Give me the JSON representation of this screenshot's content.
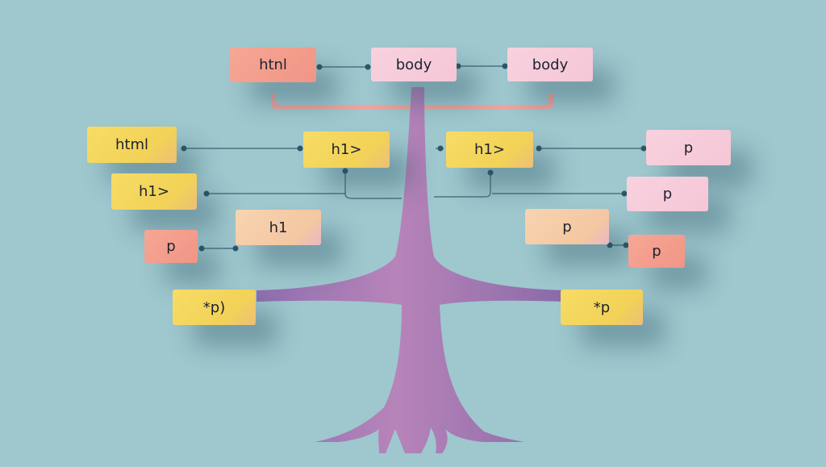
{
  "colors": {
    "background": "#9ec7ce",
    "trunk": "#a77cb6",
    "top_bar": "#efa39c",
    "connector": "#3a6375",
    "yellow_node": "#f2d257",
    "pink_node": "#f5c6d6",
    "salmon_node": "#f19585",
    "peach_node": "#f3c7a1"
  },
  "nodes": {
    "html_top": "htnl",
    "body_center": "body",
    "body_right": "body",
    "html_left": "html",
    "h1_left_inner": "h1>",
    "h1_right_inner": "h1>",
    "p_right_1": "p",
    "h1_left_2": "h1>",
    "p_right_2": "p",
    "h1_mid_left": "h1",
    "p_mid_right": "p",
    "p_left_3": "p",
    "p_right_3": "p",
    "p_left_bottom": "*p)",
    "p_right_bottom": "*p"
  }
}
